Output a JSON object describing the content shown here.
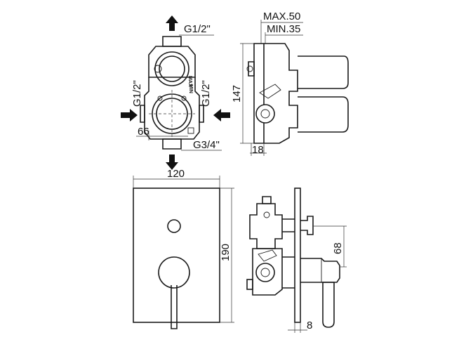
{
  "top_view": {
    "label_g12_top": "G1/2\"",
    "label_g12_left": "G1/2\"",
    "label_g12_right": "G1/2\"",
    "label_66": "66",
    "label_g34": "G3/4\"",
    "label_max_small": "MAX",
    "label_min_small": "MIN"
  },
  "side_view_top": {
    "label_max": "MAX.50",
    "label_min": "MIN.35",
    "label_147": "147",
    "label_18": "18"
  },
  "front_view": {
    "label_120": "120",
    "label_190": "190"
  },
  "side_view_bottom": {
    "label_68": "68",
    "label_8": "8"
  }
}
